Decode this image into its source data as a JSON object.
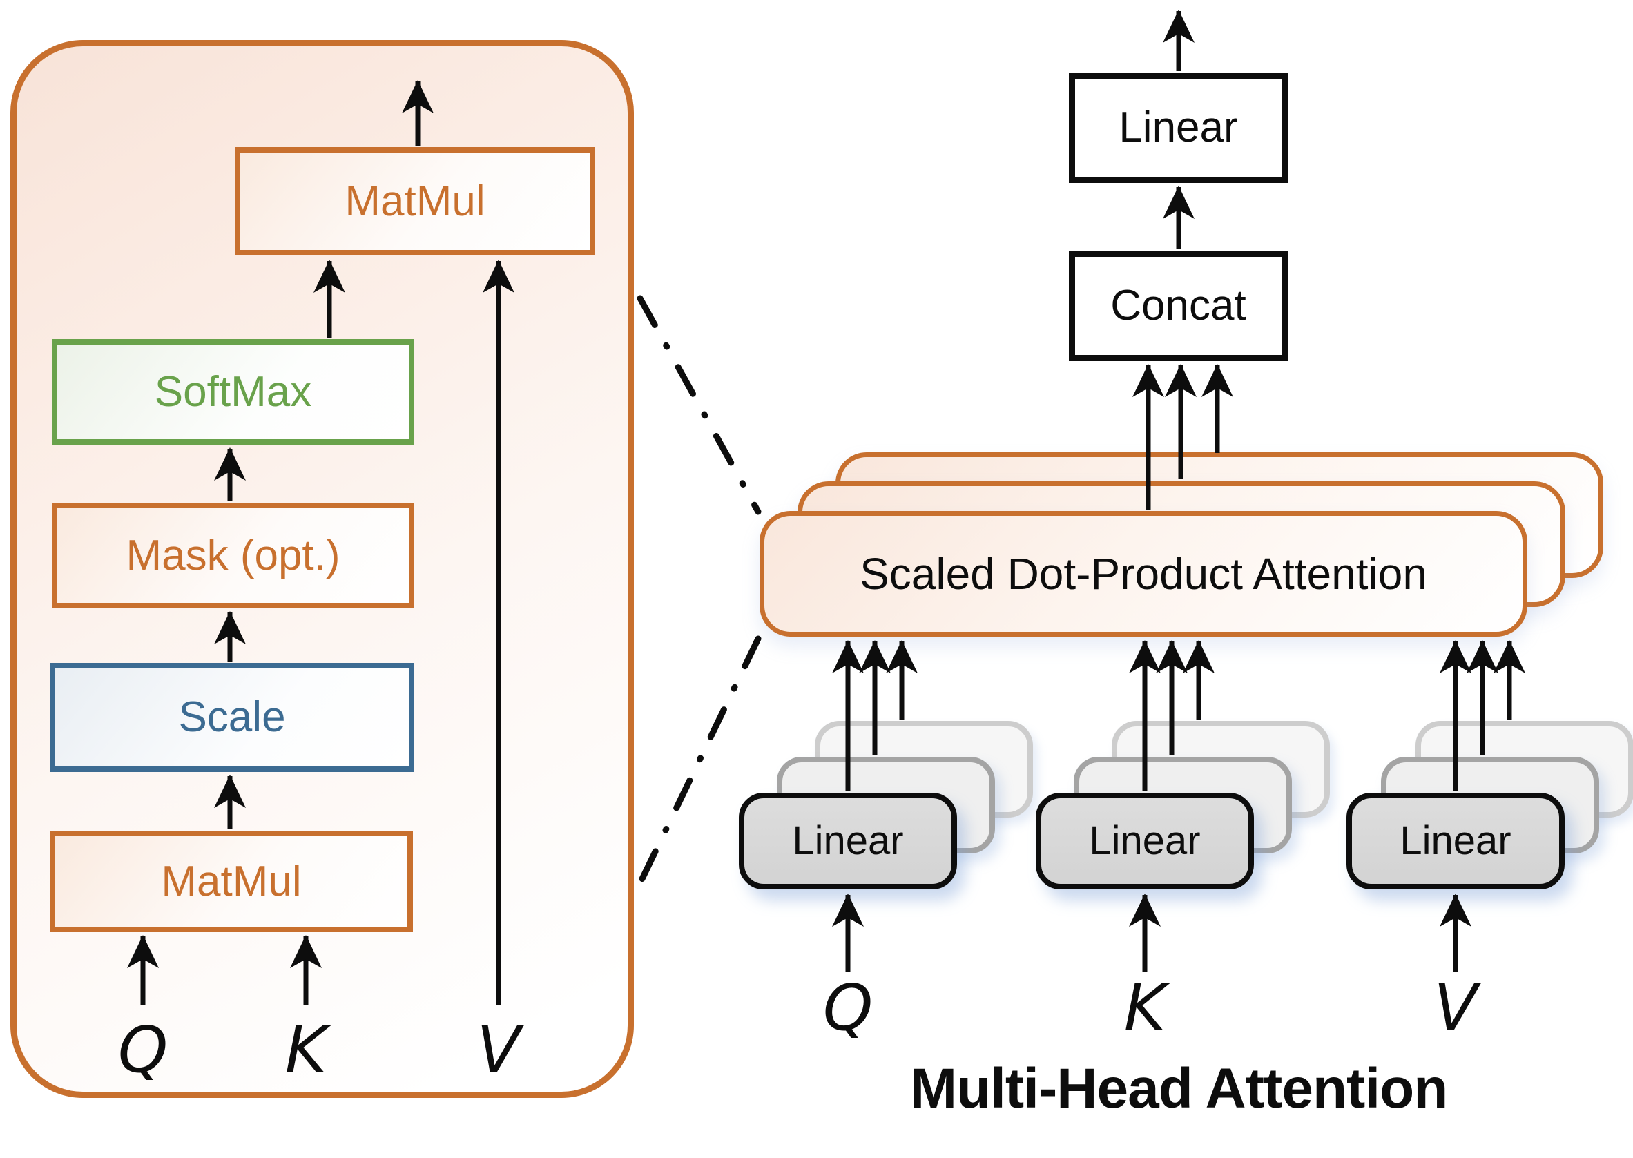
{
  "scaled_dot_product_panel": {
    "matmul_top_label": "MatMul",
    "softmax_label": "SoftMax",
    "mask_label": "Mask (opt.)",
    "scale_label": "Scale",
    "matmul_bottom_label": "MatMul",
    "input_q": "Q",
    "input_k": "K",
    "input_v": "V"
  },
  "multi_head_panel": {
    "linear_out_label": "Linear",
    "concat_label": "Concat",
    "sdpa_label": "Scaled Dot-Product Attention",
    "linear_q_label": "Linear",
    "linear_k_label": "Linear",
    "linear_v_label": "Linear",
    "input_q": "Q",
    "input_k": "K",
    "input_v": "V",
    "title": "Multi-Head Attention"
  },
  "colors": {
    "orange": "#c8702e",
    "green": "#69a24b",
    "blue": "#3c6b92",
    "ink": "#0d0d0d",
    "gray_linear_fill": "#d8d8d8",
    "panel_fill_tint": "#fbece4"
  }
}
